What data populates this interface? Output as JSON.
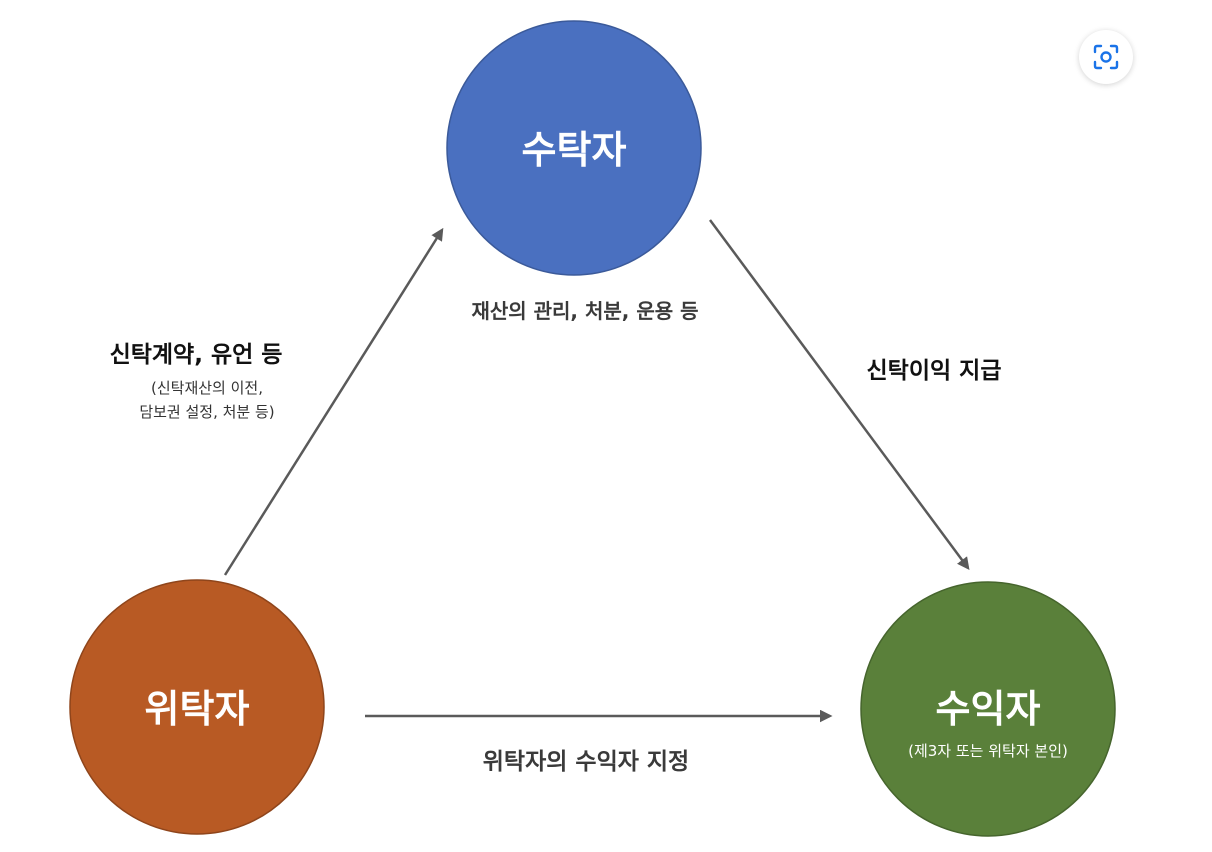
{
  "diagram": {
    "nodes": {
      "trustee": {
        "label": "수탁자",
        "fill": "#4a70c0",
        "stroke": "#3b5a9a"
      },
      "settlor": {
        "label": "위탁자",
        "fill": "#b85a24",
        "stroke": "#8f451b"
      },
      "beneficiary": {
        "label": "수익자",
        "sub": "(제3자 또는 위탁자 본인)",
        "fill": "#5a803a",
        "stroke": "#46652d"
      }
    },
    "edges": {
      "settlor_to_trustee": {
        "label": "신탁계약, 유언 등",
        "note_line1": "(신탁재산의 이전,",
        "note_line2": "담보권 설정, 처분 등)"
      },
      "trustee_role": {
        "label": "재산의 관리, 처분, 운용 등"
      },
      "trustee_to_beneficiary": {
        "label": "신탁이익 지급"
      },
      "settlor_to_beneficiary": {
        "label": "위탁자의 수익자 지정"
      }
    }
  },
  "toolbar": {
    "lens_icon": "lens-search-icon"
  }
}
